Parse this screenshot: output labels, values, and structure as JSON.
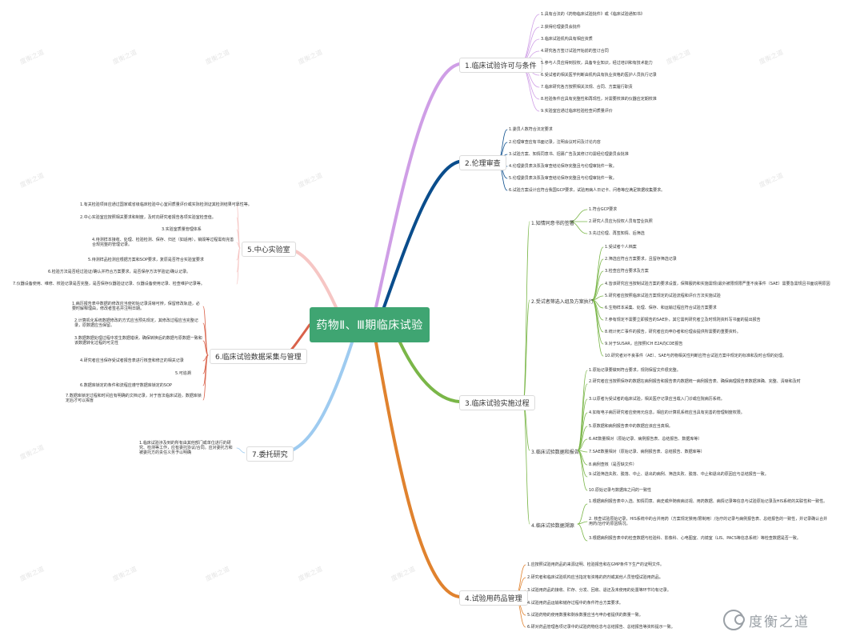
{
  "root": "药物Ⅱ、Ⅲ期临床试验",
  "branches": {
    "b1": {
      "label": "1.临床试验许可与条件",
      "items": [
        "1.具有合法的《药物临床试验批件》或《临床试验通知书》",
        "2.获得伦理委员会批件",
        "3.临床试验机构具有相应资质",
        "4.研究各方签订试验开始前的签订合同",
        "5.参与人员应得到授权，具备专业知识，经过培训和有技术能力",
        "6.受试者的相关医学判断由机构具有执业资格的医护人员执行记录",
        "7.临床研究各方按照相关法规、合同、方案履行职责",
        "8.检验条件应具有完整性和再现性，对需要校准的仪器应定期校准",
        "9.实验室应通过临床检验检查间质量评价"
      ]
    },
    "b2": {
      "label": "2.伦理审查",
      "items": [
        "1.委员人数符合法定要求",
        "2.伦理审查应有书面记录，注明会议时间及讨论内容",
        "3.试验方案、知情同意书、招募广告及其修订均需经伦理委员会批准",
        "4.伦理委员表决票及审查结论保存完整且与伦理审批件一致。",
        "5.伦理委员表决票及审查结论保存完整且与伦理审批件一致。",
        "6.试验方案设计应符合我国GCP要求，试验用病人日记卡、问卷等应满足数据收集要求。"
      ]
    },
    "b3": {
      "label": "3.临床试验实施过程",
      "subs": {
        "s1": {
          "label": "1.知情同意书的签署",
          "items": [
            "1.符合GCP要求",
            "2.研究人员应为授权人员有营业执照",
            "3.先过伦理、再签知情、后筛选"
          ]
        },
        "s2": {
          "label": "2.受试者筛选入组及方案执行",
          "items": [
            "1.受试者个人档案",
            "2.筛选应符合方案要求，且留存筛选记录",
            "3.检查应符合要求及方案",
            "4.皆该研究应当按制试验方案的要求设置，保障服药和实施需规(最外被限规限严重不良事件（SAE）需要急需规且书面说明原因",
            "5.研究者应按照临床试验方案规定的试验流程和评价方法实施试验",
            "6.生物样本采集、处理、保存、和运输过程应符合试验方案要求",
            "7.参有规定不需要立即报告的SAE外，其它需判研究者立及时规则资料写书面的提出报告",
            "8.统计死亡事件的报告，研究者应向申办者和伦理会提供所需要的重要资料。",
            "9.对于SUSAR，应按照ICH E2A向CDE报告",
            "10.研究者对不良事件（AE）、SAE与药物相关性判断应符合试验方案中规定的标准和及时合规的处理。"
          ]
        },
        "s3": {
          "label": "3.临床试验数据和报告",
          "items": [
            "1.原始记录要做到符合要求，规则保留文件很完整。",
            "2.研究者应当按照保存的数据在病例报告和报告表内数据统一病例报告表、确保病理报告表数据准确、完整、清晰和及时",
            "3.以原者为受试者的临床试验，相关医疗记录应当载入门诊或住院病历系统。",
            "4.如有电子病历研究者应使用元信息，相应的计算机系统应当具有完善的管理制度权限。",
            "5.原数据和病例报告表中的数据应该应当真相。",
            "6.AE数量相对（原始记录、病例报告表、总结报告、数据库等）",
            "7.SAE数量相对（原始记录、病例报告表、总结报告、数据库等）",
            "8.病例查核（是否缺文件）",
            "9.试验筛选失败、脱落、中止、退出的病例、筛选失败、脱落、中止和退出的原因应与总结报告一致。",
            "10.原始记录与数据库之间的一致性"
          ]
        },
        "s4": {
          "label": "4.临床试验数据溯源",
          "items": [
            "1.根据病例报告表中入选、知情同意、病史或伴随疾病访视、用药数据、病情记录等信息与试验原始记录及HIS系统的关联性和一致性。",
            "2. 核查试验原始记录，HIS系统中的合并用药（方案规定禁用/限制用）/治疗的记录与病例报告表、总结报告的一致性，并记录确认合并用药/治疗的原因情况。",
            "3.根据病例报告表中的检查数据与检验科、影像科、心电图室、内镜室（LIS、PACS等信息系统）等检查数据是否一致。"
          ]
        }
      }
    },
    "b4": {
      "label": "4.试验用药品管理",
      "items": [
        "1.应按照试验用药品的来源证明、检验报告和在GMP条件下生产的证明文件。",
        "2.研究者和临床试验机构应当指定有资格的药剂或其他人员管理试验用药品。",
        "3.试验用药品的接收、贮存、分发、回收、退还及未使用的处置等环节均有记录。",
        "4.试验用药品运输和储存过程中的条件符合方案要求。",
        "5.试验药物的使用数量和剩余数量应当与申办者提供的数量一致。",
        "6.研对药品管理各项记录中的试验药物信息与总结报告、总结报告等资料提示一致。"
      ]
    },
    "b5": {
      "label": "5.中心实验室",
      "items": [
        "1.有关检验项目应通过国家或省级临床检验中心室间质量评价或实际检测证其检测结果可靠性等。",
        "2.中心实验室应按照相关要求和制度，及时向研究者报告各项实验室检查值。",
        "3.实验室质量管理体系",
        "4.待测样本接收、处理、检验检测、保存、归还（如适用），销毁等过程需有完善合规完整的管理记录。",
        "5.待测样品检测应根据方案和SOP要求，复原是否符合实验室要求",
        "6.检验方法是否经过验证/确认并符合方案要求，是否保存方法学验证/确认记录。",
        "7.仪器设备使用、维修、校验记录是否完整，是否保存仪器验证记录、仪器设备使用记录、检查维护记录等。"
      ]
    },
    "b6": {
      "label": "6.临床试验数据采集与管理",
      "items": [
        "1.病历报告表中数据的修改应当使初始记录清晰可辨，保留修改轨迹，必要时解释理由，修改者签名并注明日期。",
        "2.计算机化系统数据修改的方式应当预先规定，其修改过程应当完整记录，原数据应当保留。",
        "3.数据数据处理过程中发生数据错误，确保转换后的数据与原数据一致和该数据转化过程的可见性",
        "4.研究者应当保存受试者报告表进行核查和修正的相关记录",
        "5.可追溯",
        "6.数据库锁定的条件和流程应遵守数据库锁定的SOP",
        "7.数据库锁定过程和时间应有明确的文档记录，对于盲法临床试验，数据库锁定后才可以揭盲"
      ]
    },
    "b7": {
      "label": "7.委托研究",
      "items": [
        "1.临床试验涉及到的所有由其他部门或单位进行的研究、检测等工作，应有委托协议/合同。应对委托方和被委托方的责任义务予以明确"
      ]
    }
  },
  "watermark": "度衡之道",
  "logo": {
    "text": "度衡之道"
  },
  "colors": {
    "root": "#3fa572",
    "b1": "#cf9ee6",
    "b2": "#0a4d8c",
    "b3": "#7ab648",
    "b4": "#e0822e",
    "b5": "#f6c6c4",
    "b6": "#d9624a",
    "b7": "#9ecbf0"
  }
}
